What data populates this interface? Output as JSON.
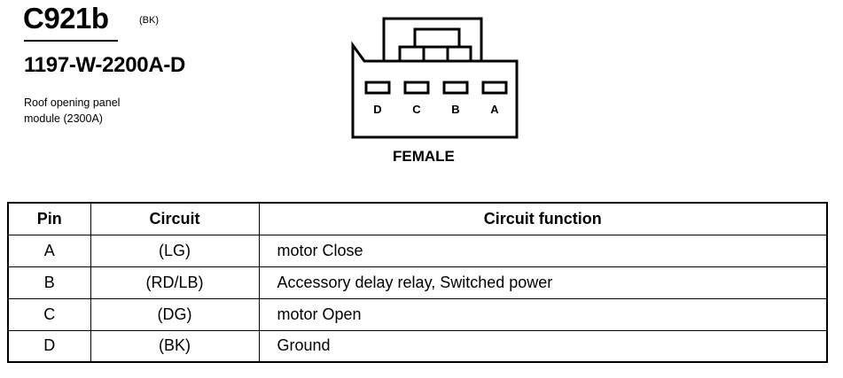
{
  "connector": {
    "id": "C921b",
    "color_code": "(BK)",
    "part_number": "1197-W-2200A-D",
    "description": "Roof opening panel\nmodule (2300A)",
    "gender": "FEMALE",
    "pin_labels": [
      "D",
      "C",
      "B",
      "A"
    ]
  },
  "table": {
    "headers": [
      "Pin",
      "Circuit",
      "Circuit function"
    ],
    "rows": [
      {
        "pin": "A",
        "circuit": "(LG)",
        "function": "motor Close"
      },
      {
        "pin": "B",
        "circuit": "(RD/LB)",
        "function": "Accessory delay relay, Switched power"
      },
      {
        "pin": "C",
        "circuit": "(DG)",
        "function": "motor Open"
      },
      {
        "pin": "D",
        "circuit": "(BK)",
        "function": "Ground"
      }
    ]
  }
}
